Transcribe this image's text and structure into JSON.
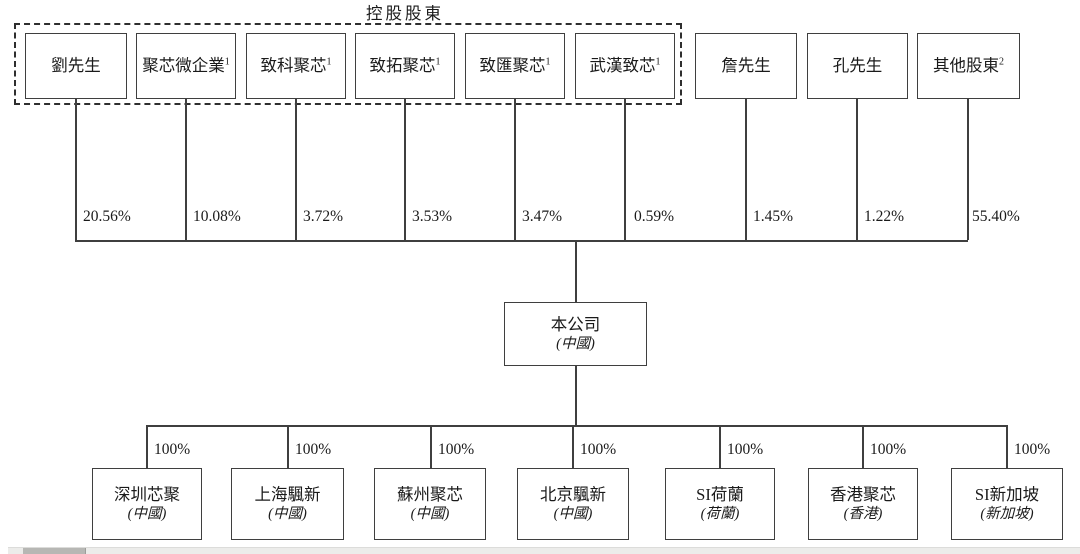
{
  "group_title": "控股股東",
  "company": {
    "name": "本公司",
    "region": "(中國)"
  },
  "shareholders": [
    {
      "name": "劉先生",
      "sup": "",
      "pct": "20.56%",
      "controlling": true
    },
    {
      "name": "聚芯微企業",
      "sup": "1",
      "pct": "10.08%",
      "controlling": true
    },
    {
      "name": "致科聚芯",
      "sup": "1",
      "pct": "3.72%",
      "controlling": true
    },
    {
      "name": "致拓聚芯",
      "sup": "1",
      "pct": "3.53%",
      "controlling": true
    },
    {
      "name": "致匯聚芯",
      "sup": "1",
      "pct": "3.47%",
      "controlling": true
    },
    {
      "name": "武漢致芯",
      "sup": "1",
      "pct": "0.59%",
      "controlling": true
    },
    {
      "name": "詹先生",
      "sup": "",
      "pct": "1.45%",
      "controlling": false
    },
    {
      "name": "孔先生",
      "sup": "",
      "pct": "1.22%",
      "controlling": false
    },
    {
      "name": "其他股東",
      "sup": "2",
      "pct": "55.40%",
      "controlling": false
    }
  ],
  "subsidiaries": [
    {
      "name": "深圳芯聚",
      "region": "(中國)",
      "pct": "100%"
    },
    {
      "name": "上海颿新",
      "region": "(中國)",
      "pct": "100%"
    },
    {
      "name": "蘇州聚芯",
      "region": "(中國)",
      "pct": "100%"
    },
    {
      "name": "北京颿新",
      "region": "(中國)",
      "pct": "100%"
    },
    {
      "name": "SI荷蘭",
      "region": "(荷蘭)",
      "pct": "100%"
    },
    {
      "name": "香港聚芯",
      "region": "(香港)",
      "pct": "100%"
    },
    {
      "name": "SI新加坡",
      "region": "(新加坡)",
      "pct": "100%"
    }
  ],
  "colors": {
    "line": "#3f3f3f",
    "text": "#1a1a1a",
    "background": "#ffffff"
  }
}
